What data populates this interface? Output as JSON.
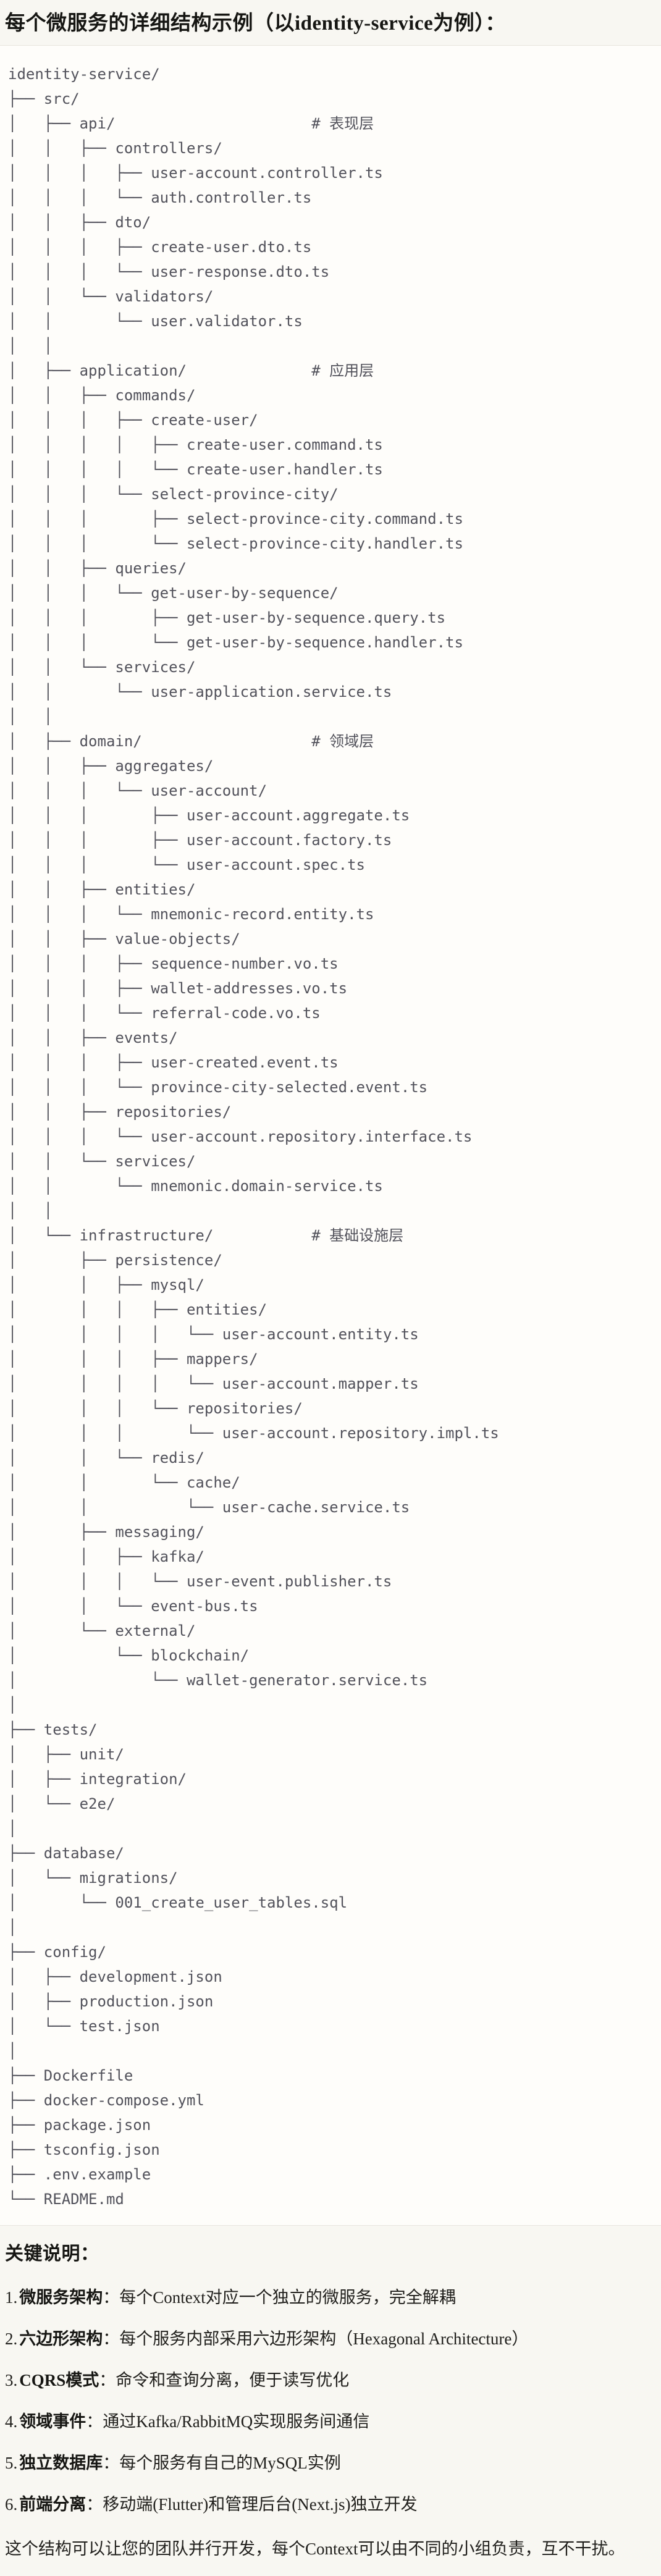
{
  "title": "每个微服务的详细结构示例（以identity-service为例）：",
  "code_block": {
    "lines": [
      "identity-service/",
      "├── src/",
      "│   ├── api/                      # 表现层",
      "│   │   ├── controllers/",
      "│   │   │   ├── user-account.controller.ts",
      "│   │   │   └── auth.controller.ts",
      "│   │   ├── dto/",
      "│   │   │   ├── create-user.dto.ts",
      "│   │   │   └── user-response.dto.ts",
      "│   │   └── validators/",
      "│   │       └── user.validator.ts",
      "│   │",
      "│   ├── application/              # 应用层",
      "│   │   ├── commands/",
      "│   │   │   ├── create-user/",
      "│   │   │   │   ├── create-user.command.ts",
      "│   │   │   │   └── create-user.handler.ts",
      "│   │   │   └── select-province-city/",
      "│   │   │       ├── select-province-city.command.ts",
      "│   │   │       └── select-province-city.handler.ts",
      "│   │   ├── queries/",
      "│   │   │   └── get-user-by-sequence/",
      "│   │   │       ├── get-user-by-sequence.query.ts",
      "│   │   │       └── get-user-by-sequence.handler.ts",
      "│   │   └── services/",
      "│   │       └── user-application.service.ts",
      "│   │",
      "│   ├── domain/                   # 领域层",
      "│   │   ├── aggregates/",
      "│   │   │   └── user-account/",
      "│   │   │       ├── user-account.aggregate.ts",
      "│   │   │       ├── user-account.factory.ts",
      "│   │   │       └── user-account.spec.ts",
      "│   │   ├── entities/",
      "│   │   │   └── mnemonic-record.entity.ts",
      "│   │   ├── value-objects/",
      "│   │   │   ├── sequence-number.vo.ts",
      "│   │   │   ├── wallet-addresses.vo.ts",
      "│   │   │   └── referral-code.vo.ts",
      "│   │   ├── events/",
      "│   │   │   ├── user-created.event.ts",
      "│   │   │   └── province-city-selected.event.ts",
      "│   │   ├── repositories/",
      "│   │   │   └── user-account.repository.interface.ts",
      "│   │   └── services/",
      "│   │       └── mnemonic.domain-service.ts",
      "│   │",
      "│   └── infrastructure/           # 基础设施层",
      "│       ├── persistence/",
      "│       │   ├── mysql/",
      "│       │   │   ├── entities/",
      "│       │   │   │   └── user-account.entity.ts",
      "│       │   │   ├── mappers/",
      "│       │   │   │   └── user-account.mapper.ts",
      "│       │   │   └── repositories/",
      "│       │   │       └── user-account.repository.impl.ts",
      "│       │   └── redis/",
      "│       │       └── cache/",
      "│       │           └── user-cache.service.ts",
      "│       ├── messaging/",
      "│       │   ├── kafka/",
      "│       │   │   └── user-event.publisher.ts",
      "│       │   └── event-bus.ts",
      "│       └── external/",
      "│           └── blockchain/",
      "│               └── wallet-generator.service.ts",
      "│",
      "├── tests/",
      "│   ├── unit/",
      "│   ├── integration/",
      "│   └── e2e/",
      "│",
      "├── database/",
      "│   └── migrations/",
      "│       └── 001_create_user_tables.sql",
      "│",
      "├── config/",
      "│   ├── development.json",
      "│   ├── production.json",
      "│   └── test.json",
      "│",
      "├── Dockerfile",
      "├── docker-compose.yml",
      "├── package.json",
      "├── tsconfig.json",
      "├── .env.example",
      "└── README.md"
    ]
  },
  "notes": {
    "heading": "关键说明：",
    "items": [
      {
        "num": "1.",
        "label": "微服务架构",
        "text": "：每个Context对应一个独立的微服务，完全解耦"
      },
      {
        "num": "2.",
        "label": "六边形架构",
        "text": "：每个服务内部采用六边形架构（Hexagonal Architecture）"
      },
      {
        "num": "3.",
        "label": "CQRS模式",
        "text": "：命令和查询分离，便于读写优化"
      },
      {
        "num": "4.",
        "label": "领域事件",
        "text": "：通过Kafka/RabbitMQ实现服务间通信"
      },
      {
        "num": "5.",
        "label": "独立数据库",
        "text": "：每个服务有自己的MySQL实例"
      },
      {
        "num": "6.",
        "label": "前端分离",
        "text": "：移动端(Flutter)和管理后台(Next.js)独立开发"
      }
    ],
    "footer": "这个结构可以让您的团队并行开发，每个Context可以由不同的小组负责，互不干扰。"
  },
  "colors": {
    "page_bg": "#f8f7f2",
    "code_bg": "#fefdfa",
    "code_border": "#e7e5de",
    "code_text": "#52525b",
    "heading_text": "#161613",
    "body_text": "#21201d"
  }
}
